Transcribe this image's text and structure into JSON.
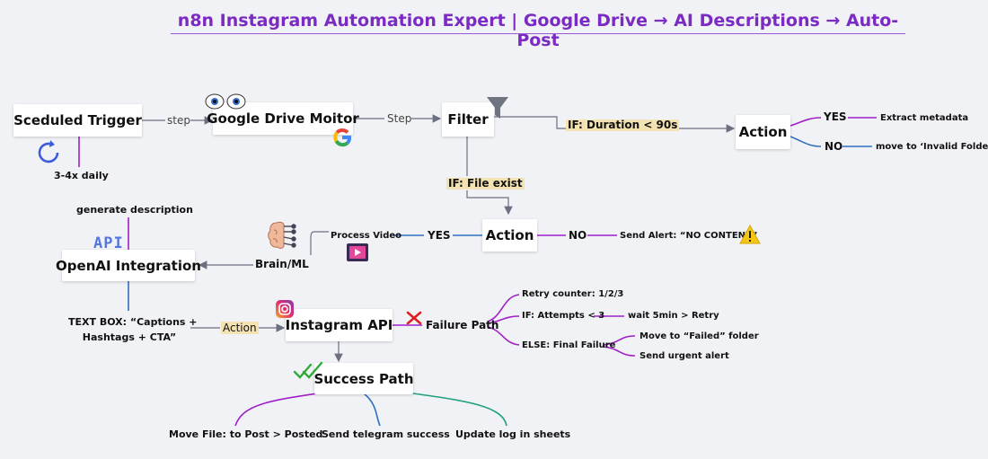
{
  "title": "n8n Instagram Automation Expert | Google Drive → AI Descriptions → Auto-Post",
  "nodes": {
    "trigger": "Sceduled Trigger",
    "drive": "Google Drive Moitor",
    "filter": "Filter",
    "action_top": "Action",
    "action_mid": "Action",
    "openai": "OpenAI Integration",
    "instagram": "Instagram API",
    "success": "Success Path"
  },
  "labels": {
    "step1": "step",
    "step2": "Step",
    "daily": "3-4x daily",
    "if_duration": "IF: Duration < 90s",
    "yes_top": "YES",
    "no_top": "NO",
    "extract": "Extract metadata",
    "invalid": "move to ‘Invalid Folder’",
    "if_file": "IF: File exist",
    "process_video": "Process Video",
    "yes_mid": "YES",
    "no_mid": "NO",
    "alert": "Send Alert: “NO CONTENT”",
    "brain": "Brain/ML",
    "generate": "generate description",
    "api": "API",
    "textbox_1": "TEXT BOX: “Captions +",
    "textbox_2": "Hashtags + CTA”",
    "action_bottom": "Action",
    "failure": "Failure Path",
    "retry": "Retry counter: 1/2/3",
    "attempts": "IF: Attempts < 3",
    "wait": "wait 5min > Retry",
    "else": "ELSE: Final Failure",
    "move_failed": "Move to “Failed” folder",
    "urgent": "Send urgent alert",
    "move_file": "Move File: to Post > Posted",
    "telegram": "Send telegram success",
    "update_log": "Update log in sheets"
  },
  "colors": {
    "title": "#7b2bc4",
    "arrow": "#6b7080",
    "purple": "#a020c8",
    "blue": "#3070c0",
    "teal": "#20a080",
    "highlight": "#f3e3b2"
  },
  "icons": [
    "eyes-icon",
    "google-g-icon",
    "funnel-icon",
    "refresh-icon",
    "brain-icon",
    "video-play-icon",
    "warning-icon",
    "instagram-icon",
    "red-x-icon",
    "double-check-icon"
  ]
}
